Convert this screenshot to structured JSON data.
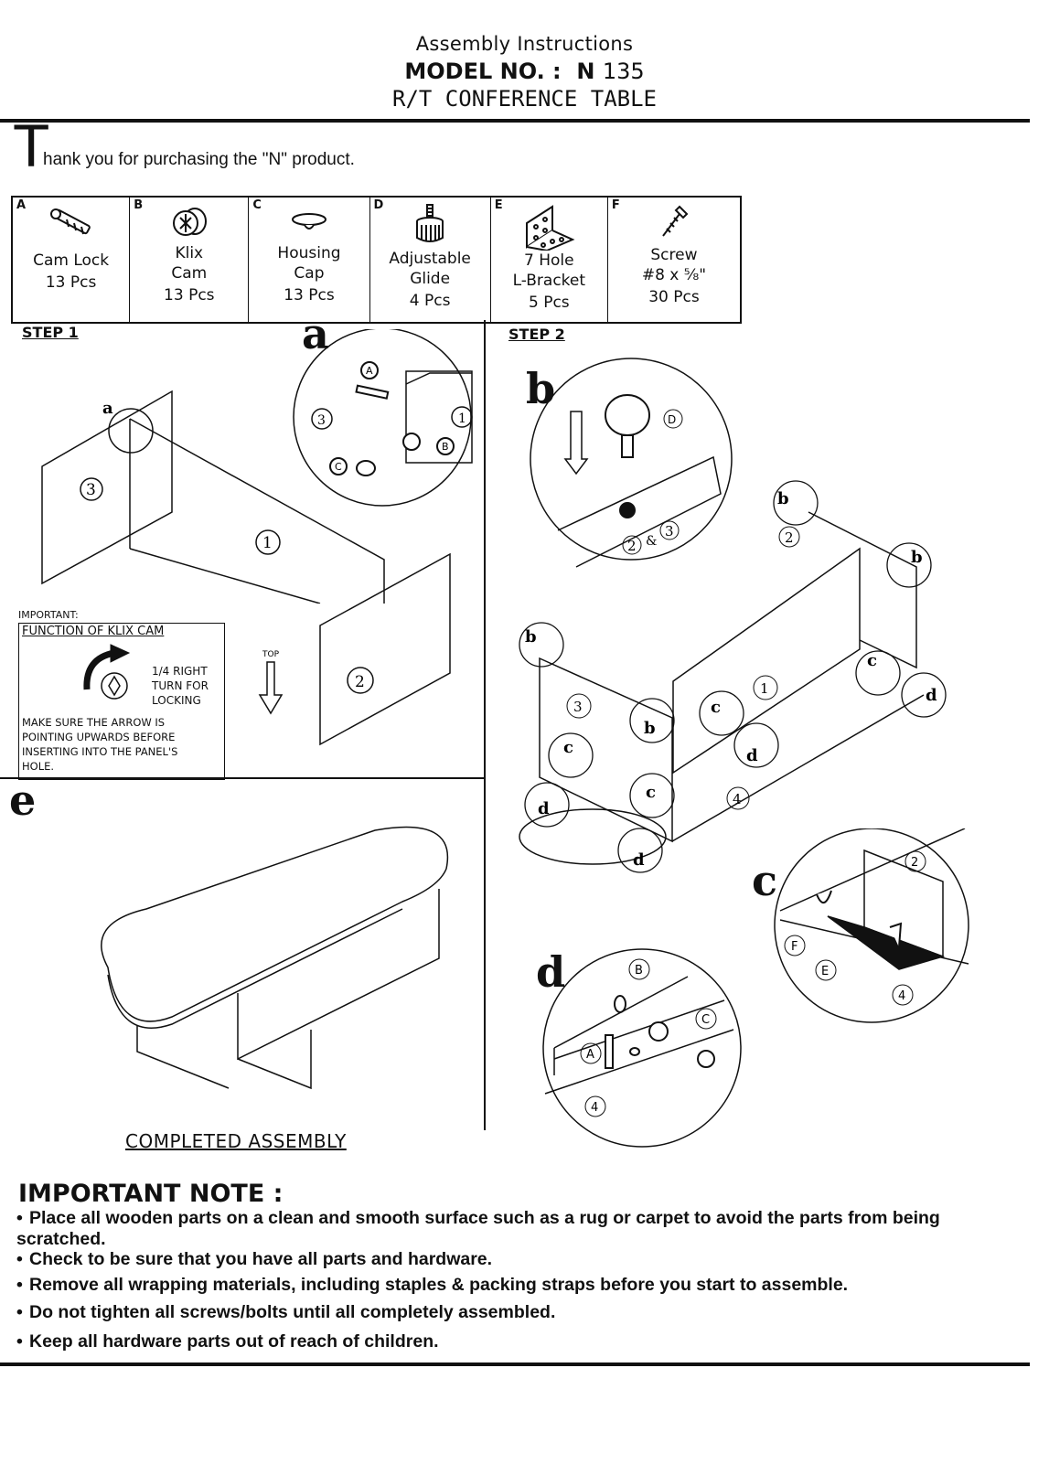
{
  "header": {
    "line1": "Assembly Instructions",
    "model_label": "MODEL NO. :",
    "model_letter": "N",
    "model_number": "135",
    "product": "R/T CONFERENCE TABLE"
  },
  "thanks": {
    "initial": "T",
    "text": "hank you for purchasing the \"N\" product."
  },
  "parts": [
    {
      "letter": "A",
      "name": "Cam Lock",
      "qty": "13 Pcs",
      "icon": "cam-lock-icon"
    },
    {
      "letter": "B",
      "name": "Klix\nCam",
      "qty": "13 Pcs",
      "icon": "klix-cam-icon"
    },
    {
      "letter": "C",
      "name": "Housing\nCap",
      "qty": "13 Pcs",
      "icon": "housing-cap-icon"
    },
    {
      "letter": "D",
      "name": "Adjustable\nGlide",
      "qty": "4 Pcs",
      "icon": "adjustable-glide-icon"
    },
    {
      "letter": "E",
      "name": "7 Hole\nL-Bracket",
      "qty": "5 Pcs",
      "icon": "l-bracket-icon"
    },
    {
      "letter": "F",
      "name": "Screw\n#8 x ⅝\"",
      "qty": "30 Pcs",
      "icon": "screw-icon"
    }
  ],
  "step1": {
    "label": "STEP 1",
    "detail_letter": "a"
  },
  "step2": {
    "label": "STEP 2",
    "detail_letter": "b"
  },
  "details": {
    "c": "c",
    "d": "d",
    "e": "e"
  },
  "klix": {
    "important": "IMPORTANT:",
    "title": "FUNCTION OF KLIX CAM",
    "turn": "1/4 RIGHT\nTURN FOR\nLOCKING",
    "note": "MAKE SURE THE ARROW IS\nPOINTING UPWARDS BEFORE\nINSERTING INTO THE PANEL'S\nHOLE.",
    "top_label": "TOP"
  },
  "completed_label": "COMPLETED  ASSEMBLY",
  "important_note": {
    "title": "IMPORTANT NOTE :",
    "items": [
      "Place all wooden parts on a clean and smooth surface such as a rug or carpet to avoid the parts from being scratched.",
      "Check to be sure that you have all parts and hardware.",
      "Remove all wrapping materials, including staples & packing straps before you start to assemble.",
      "Do not tighten all screws/bolts until all completely assembled.",
      "Keep all hardware parts out of reach of children."
    ]
  }
}
